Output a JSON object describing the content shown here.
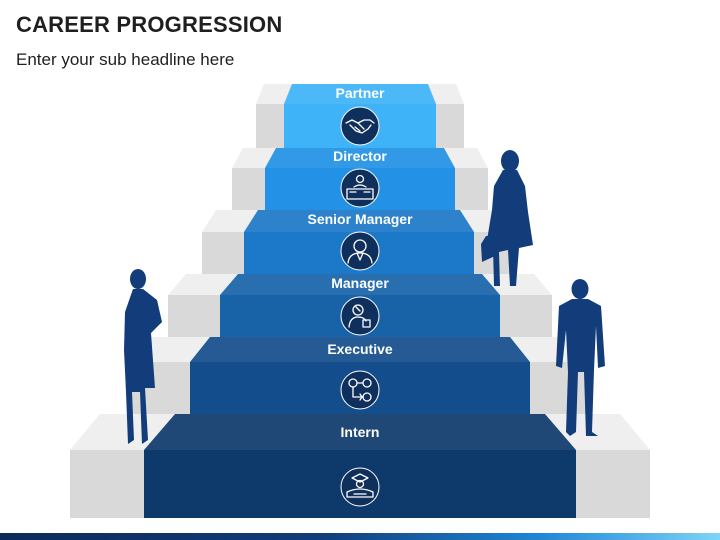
{
  "header": {
    "title": "CAREER PROGRESSION",
    "subtitle": "Enter your sub headline here"
  },
  "steps": [
    {
      "label": "Intern",
      "icon": "graduate-icon",
      "color": "#0e3a6b"
    },
    {
      "label": "Executive",
      "icon": "process-gears-icon",
      "color": "#134d8c"
    },
    {
      "label": "Manager",
      "icon": "manager-badge-icon",
      "color": "#1863a8"
    },
    {
      "label": "Senior Manager",
      "icon": "senior-manager-icon",
      "color": "#1c78c8"
    },
    {
      "label": "Director",
      "icon": "director-desk-icon",
      "color": "#2291e6"
    },
    {
      "label": "Partner",
      "icon": "handshake-icon",
      "color": "#3eb3f7"
    }
  ],
  "colors": {
    "stair_face": "#d9d9d9",
    "stair_top": "#efefef",
    "stair_side": "#c4c4c4",
    "silhouette": "#123d7a",
    "icon_circle": "#0f2f5c"
  }
}
